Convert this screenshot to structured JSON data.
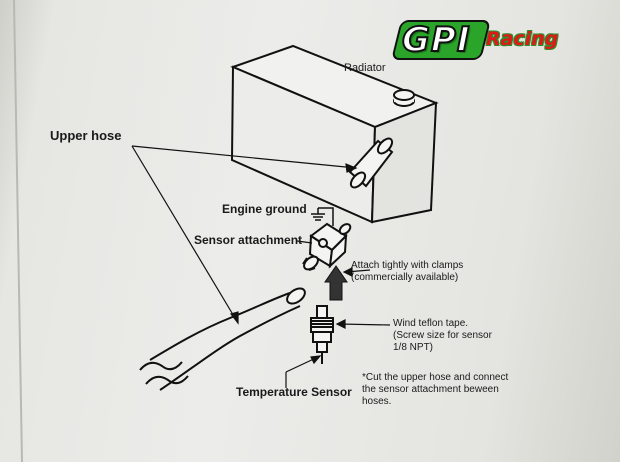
{
  "brand": {
    "gpi": "GPI",
    "racing": "Racing"
  },
  "labels": {
    "radiator": "Radiator",
    "upper_hose": "Upper hose",
    "engine_ground": "Engine ground",
    "sensor_attachment": "Sensor attachment",
    "attach_line1": "Attach tightly with clamps",
    "attach_line2": "(commercially available)",
    "wind_line1": "Wind teflon tape.",
    "wind_line2": "(Screw size for sensor",
    "wind_line3": "1/8 NPT)",
    "temperature_sensor": "Temperature Sensor",
    "note_line1": "*Cut the upper hose and connect",
    "note_line2": "the sensor attachment beween",
    "note_line3": "hoses."
  }
}
